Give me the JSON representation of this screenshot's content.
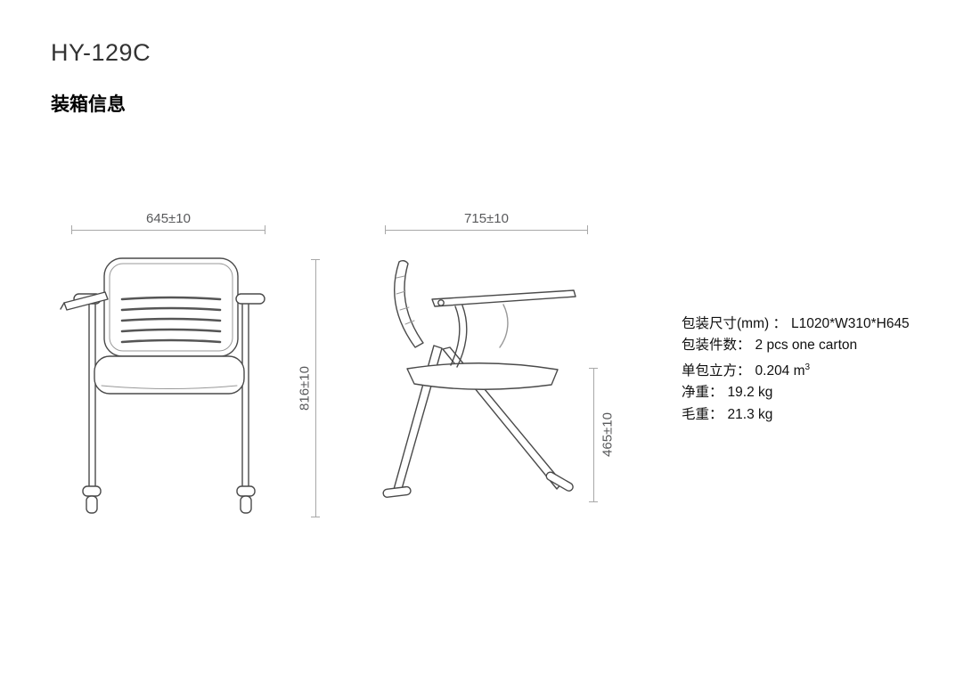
{
  "header": {
    "model": "HY-129C",
    "section_title": "装箱信息"
  },
  "front_view": {
    "width_dim": "645±10",
    "height_dim": "816±10"
  },
  "side_view": {
    "width_dim": "715±10",
    "height_dim": "465±10"
  },
  "specs": {
    "rows": [
      {
        "label": "包装尺寸(mm) ：",
        "value": "L1020*W310*H645"
      },
      {
        "label": "包装件数：",
        "value": "2 pcs one carton"
      },
      {
        "label": "单包立方：",
        "value": "0.204 m",
        "sup": "3"
      },
      {
        "label": "净重：",
        "value": "19.2 kg"
      },
      {
        "label": "毛重：",
        "value": "21.3 kg"
      }
    ]
  }
}
